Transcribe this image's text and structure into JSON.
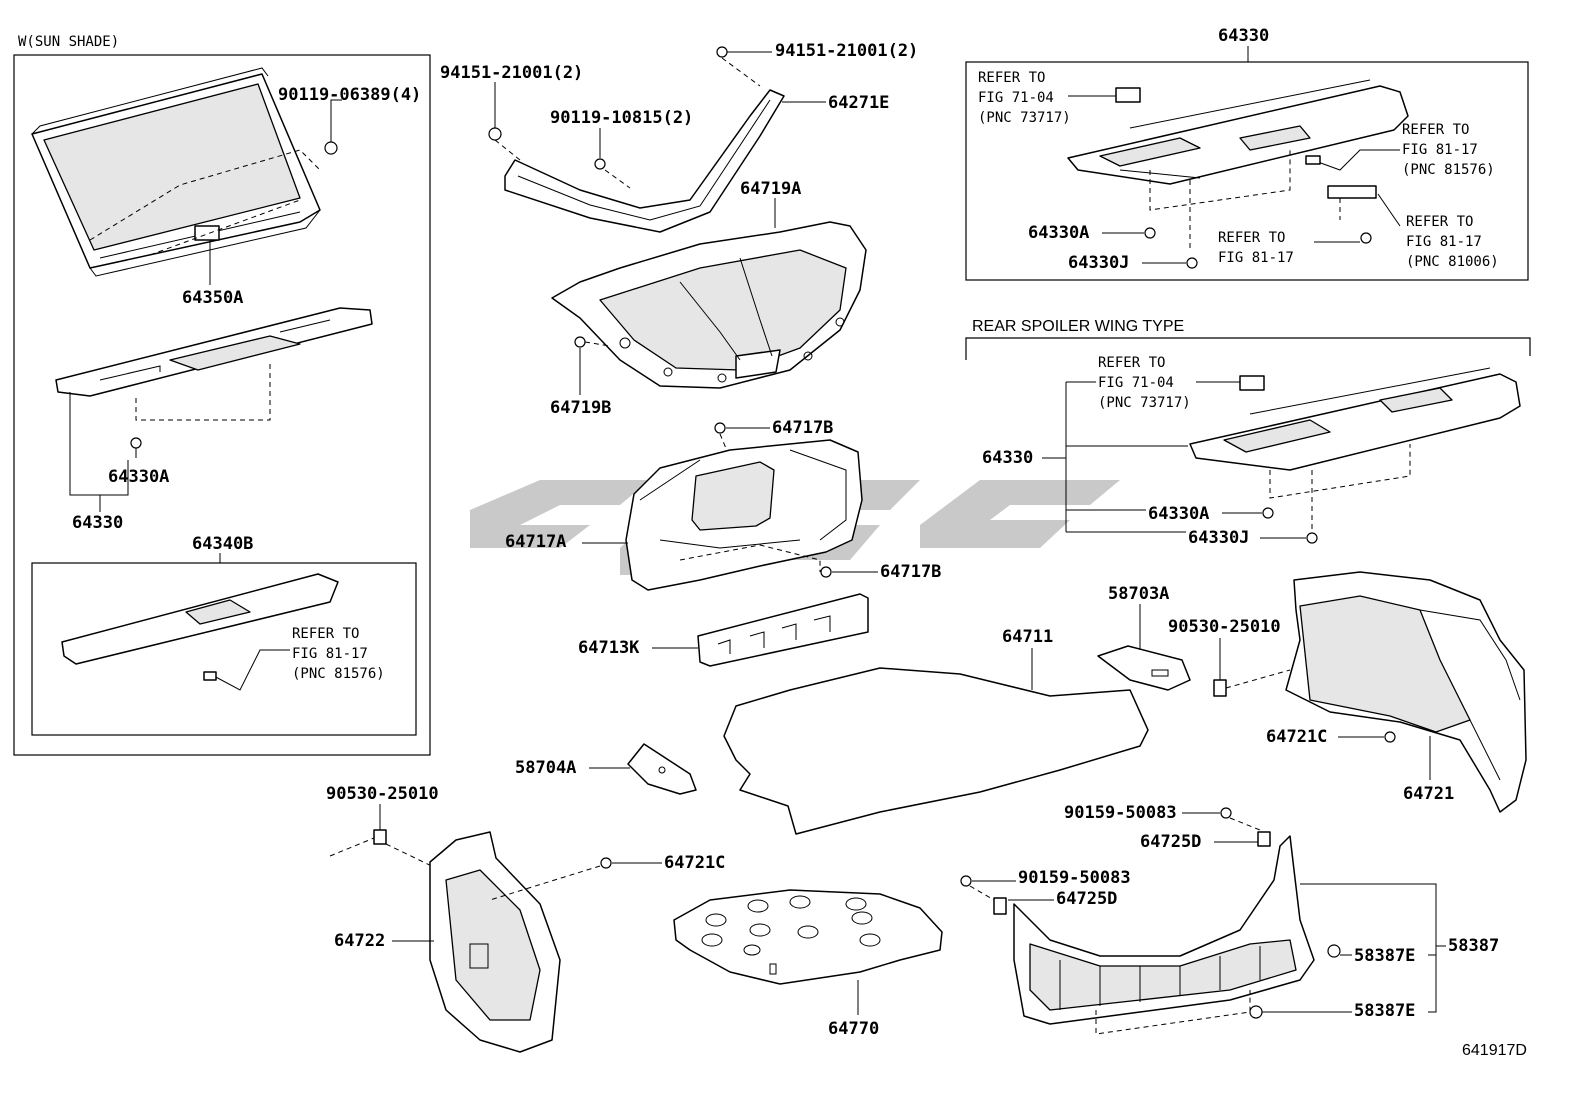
{
  "sections": {
    "sun_shade": "W(SUN SHADE)",
    "spoiler": "REAR SPOILER WING TYPE"
  },
  "refs": {
    "fig7104_a": [
      "REFER TO",
      "FIG 71-04",
      "(PNC 73717)"
    ],
    "fig8117_a": [
      "REFER TO",
      "FIG 81-17",
      "(PNC 81576)"
    ],
    "fig8117_b": [
      "REFER TO",
      "FIG 81-17",
      "(PNC 81006)"
    ],
    "fig8117_c": [
      "REFER TO",
      "FIG 81-17"
    ],
    "fig8117_d": [
      "REFER TO",
      "FIG 81-17",
      "(PNC 81576)"
    ],
    "fig7104_b": [
      "REFER TO",
      "FIG 71-04",
      "(PNC 73717)"
    ]
  },
  "labels": {
    "p64350A": "64350A",
    "p9011906389": "90119-06389(4)",
    "p64330A_l": "64330A",
    "p64330_l": "64330",
    "p64340B": "64340B",
    "p9415121001_l": "94151-21001(2)",
    "p9415121001_r": "94151-21001(2)",
    "p9011910815": "90119-10815(2)",
    "p64271E": "64271E",
    "p64719A": "64719A",
    "p64719B": "64719B",
    "p64717B_t": "64717B",
    "p64717A": "64717A",
    "p64717B_b": "64717B",
    "p64713K": "64713K",
    "p64330_t": "64330",
    "p64330A_t": "64330A",
    "p64330J_t": "64330J",
    "p64330_s": "64330",
    "p64330A_s": "64330A",
    "p64330J_s": "64330J",
    "p58703A": "58703A",
    "p64711": "64711",
    "p9053025010_r": "90530-25010",
    "p64721C_r": "64721C",
    "p64721": "64721",
    "p58704A": "58704A",
    "p9053025010_l": "90530-25010",
    "p64721C_l": "64721C",
    "p64722": "64722",
    "p64770": "64770",
    "p9015950083_a": "90159-50083",
    "p64725D_a": "64725D",
    "p9015950083_b": "90159-50083",
    "p64725D_b": "64725D",
    "p58387": "58387",
    "p58387E_a": "58387E",
    "p58387E_b": "58387E"
  },
  "drawing_id": "641917D"
}
